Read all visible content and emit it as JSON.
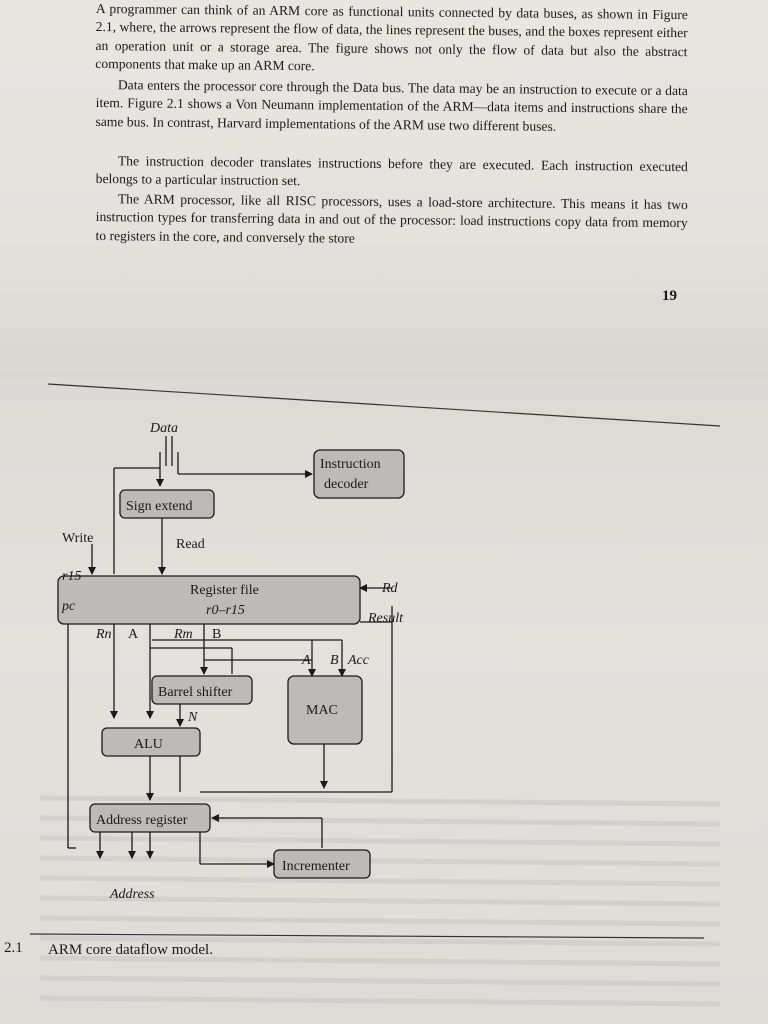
{
  "top_page": {
    "paragraphs": [
      "A programmer can think of an ARM core as functional units connected by data buses, as shown in Figure 2.1, where, the arrows represent the flow of data, the lines represent the buses, and the boxes represent either an operation unit or a storage area. The figure shows not only the flow of data but also the abstract components that make up an ARM core.",
      "Data enters the processor core through the Data bus. The data may be an instruction to execute or a data item. Figure 2.1 shows a Von Neumann implementation of the ARM—data items and instructions share the same bus. In contrast, Harvard implementations of the ARM use two different buses.",
      "The instruction decoder translates instructions before they are executed. Each instruction executed belongs to a particular instruction set.",
      "The ARM processor, like all RISC processors, uses a load-store architecture. This means it has two instruction types for transferring data in and out of the processor: load instructions copy data from memory to registers in the core, and conversely the store"
    ],
    "page_number": "19"
  },
  "diagram": {
    "data_label": "Data",
    "instruction_decoder": "Instruction decoder",
    "sign_extend": "Sign extend",
    "write_label": "Write",
    "read_label": "Read",
    "r15_label": "r15",
    "pc_label": "pc",
    "register_file_line1": "Register file",
    "register_file_line2": "r0–r15",
    "rd_label": "Rd",
    "result_label": "Result",
    "rn_label": "Rn",
    "a_label": "A",
    "rm_label": "Rm",
    "b_label": "B",
    "mac_a_label": "A",
    "mac_b_label": "B",
    "acc_label": "Acc",
    "barrel_shifter": "Barrel shifter",
    "n_label": "N",
    "mac": "MAC",
    "alu": "ALU",
    "address_register": "Address register",
    "incrementer": "Incrementer",
    "address_label": "Address"
  },
  "caption": {
    "number": "2.1",
    "text": "ARM core dataflow model."
  },
  "colors": {
    "box_fill": "#bdbbb7",
    "paper": "#e4e2dd"
  }
}
